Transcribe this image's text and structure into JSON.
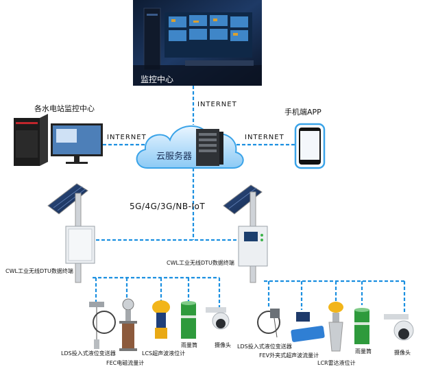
{
  "center": {
    "label": "监控中心"
  },
  "links": {
    "top": "INTERNET",
    "left": "INTERNET",
    "right": "INTERNET",
    "network": "5G/4G/3G/NB-IoT"
  },
  "stations": {
    "label": "各水电站监控中心"
  },
  "mobile": {
    "label": "手机端APP"
  },
  "cloud": {
    "label": "云服务器"
  },
  "terminals": {
    "left": "CWL工业无线DTU数据终端",
    "right": "CWL工业无线DTU数据终端"
  },
  "devices_left": {
    "lds": "LDS投入式液位变送器",
    "fec": "FEC电磁流量计",
    "lcs": "LCS超声波液位计",
    "rain": "雨量筒",
    "camera": "摄像头"
  },
  "devices_right": {
    "lds": "LDS投入式液位变送器",
    "fev": "FEV外夹式超声波流量计",
    "lcr": "LCR雷达液位计",
    "rain": "雨量筒",
    "camera": "摄像头"
  },
  "colors": {
    "link": "#1a8fe0",
    "cloud": "#3aa3e8",
    "panel": "#1c2f55",
    "rain_green": "#2e9a3c"
  }
}
